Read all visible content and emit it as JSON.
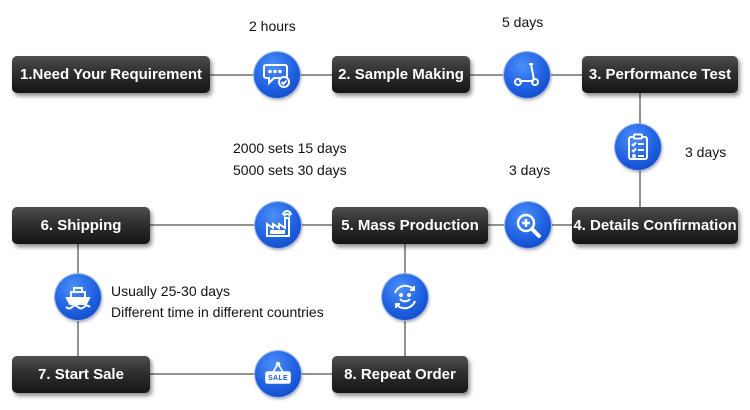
{
  "steps": {
    "s1": "1.Need Your Requirement",
    "s2": "2. Sample Making",
    "s3": "3. Performance Test",
    "s4": "4. Details Confirmation",
    "s5": "5. Mass Production",
    "s6": "6. Shipping",
    "s7": "7. Start Sale",
    "s8": "8. Repeat Order"
  },
  "labels": {
    "sample_time": "2 hours",
    "performance_time": "5 days",
    "details_time": "3 days",
    "confirmation_time": "3 days",
    "mass_line1": "2000 sets 15 days",
    "mass_line2": "5000 sets 30 days",
    "shipping_line1": "Usually 25-30 days",
    "shipping_line2": "Different time in different countries",
    "sale_sign": "SALE"
  },
  "icons": {
    "n1": "chat-check-icon",
    "n2": "scooter-icon",
    "n3": "clipboard-checklist-icon",
    "n4": "magnifier-plus-icon",
    "n5": "factory-icon",
    "n6": "ship-icon",
    "n7": "smiley-cycle-icon",
    "n8": "sale-sign-icon"
  },
  "colors": {
    "node_blue": "#1e5fe0",
    "step_dark": "#2a2a2a",
    "line": "#6e6e6e"
  }
}
